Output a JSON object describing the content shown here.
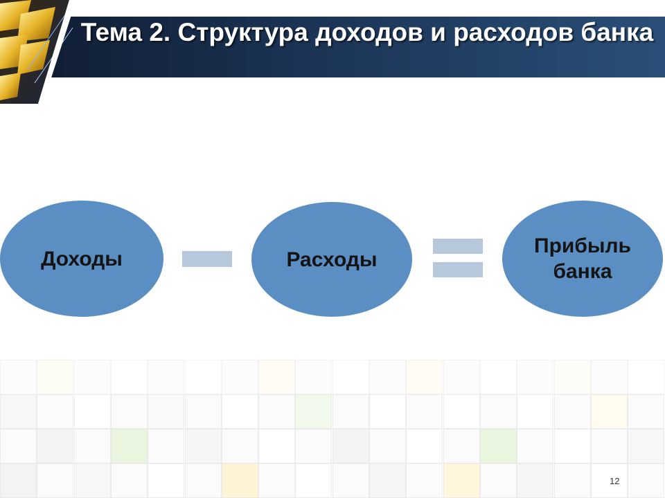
{
  "slide": {
    "title": "Тема 2. Структура доходов и расходов банка",
    "page_number": "12"
  },
  "diagram": {
    "income_label": "Доходы",
    "expenses_label": "Расходы",
    "profit_label": "Прибыль банка",
    "operator_minus": "minus",
    "operator_equals": "equals"
  },
  "colors": {
    "ellipse_fill": "#5b8ec2",
    "operator_fill": "#b7c8dd",
    "title_bar": "#1b3354"
  },
  "decor": {
    "corner_image": "gold-bars-icon",
    "background_pattern": "tile-grid"
  }
}
